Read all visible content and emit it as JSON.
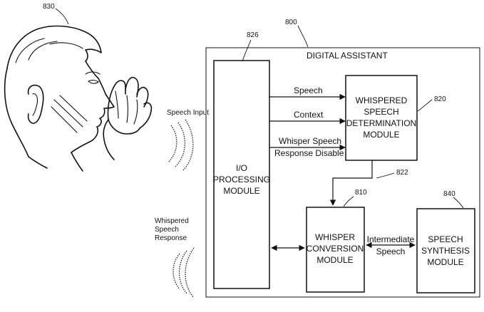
{
  "figure": {
    "ref_assistant": "800",
    "ref_person": "830",
    "ref_io": "826",
    "ref_determination": "820",
    "ref_conversion": "810",
    "ref_synthesis": "840",
    "ref_link": "822"
  },
  "assistant": {
    "title": "DIGITAL ASSISTANT"
  },
  "io_module": {
    "lines": [
      "I/O",
      "PROCESSING",
      "MODULE"
    ]
  },
  "determination_module": {
    "lines": [
      "WHISPERED",
      "SPEECH",
      "DETERMINATION",
      "MODULE"
    ]
  },
  "conversion_module": {
    "lines": [
      "WHISPER",
      "CONVERSION",
      "MODULE"
    ]
  },
  "synthesis_module": {
    "lines": [
      "SPEECH",
      "SYNTHESIS",
      "MODULE"
    ]
  },
  "signals": {
    "speech": "Speech",
    "context": "Context",
    "whisper_line1": "Whisper Speech",
    "whisper_line2": "Response Disable",
    "intermediate_line1": "Intermediate",
    "intermediate_line2": "Speech"
  },
  "external": {
    "speech_input": "Speech Input",
    "response_lines": [
      "Whispered",
      "Speech",
      "Response"
    ]
  }
}
